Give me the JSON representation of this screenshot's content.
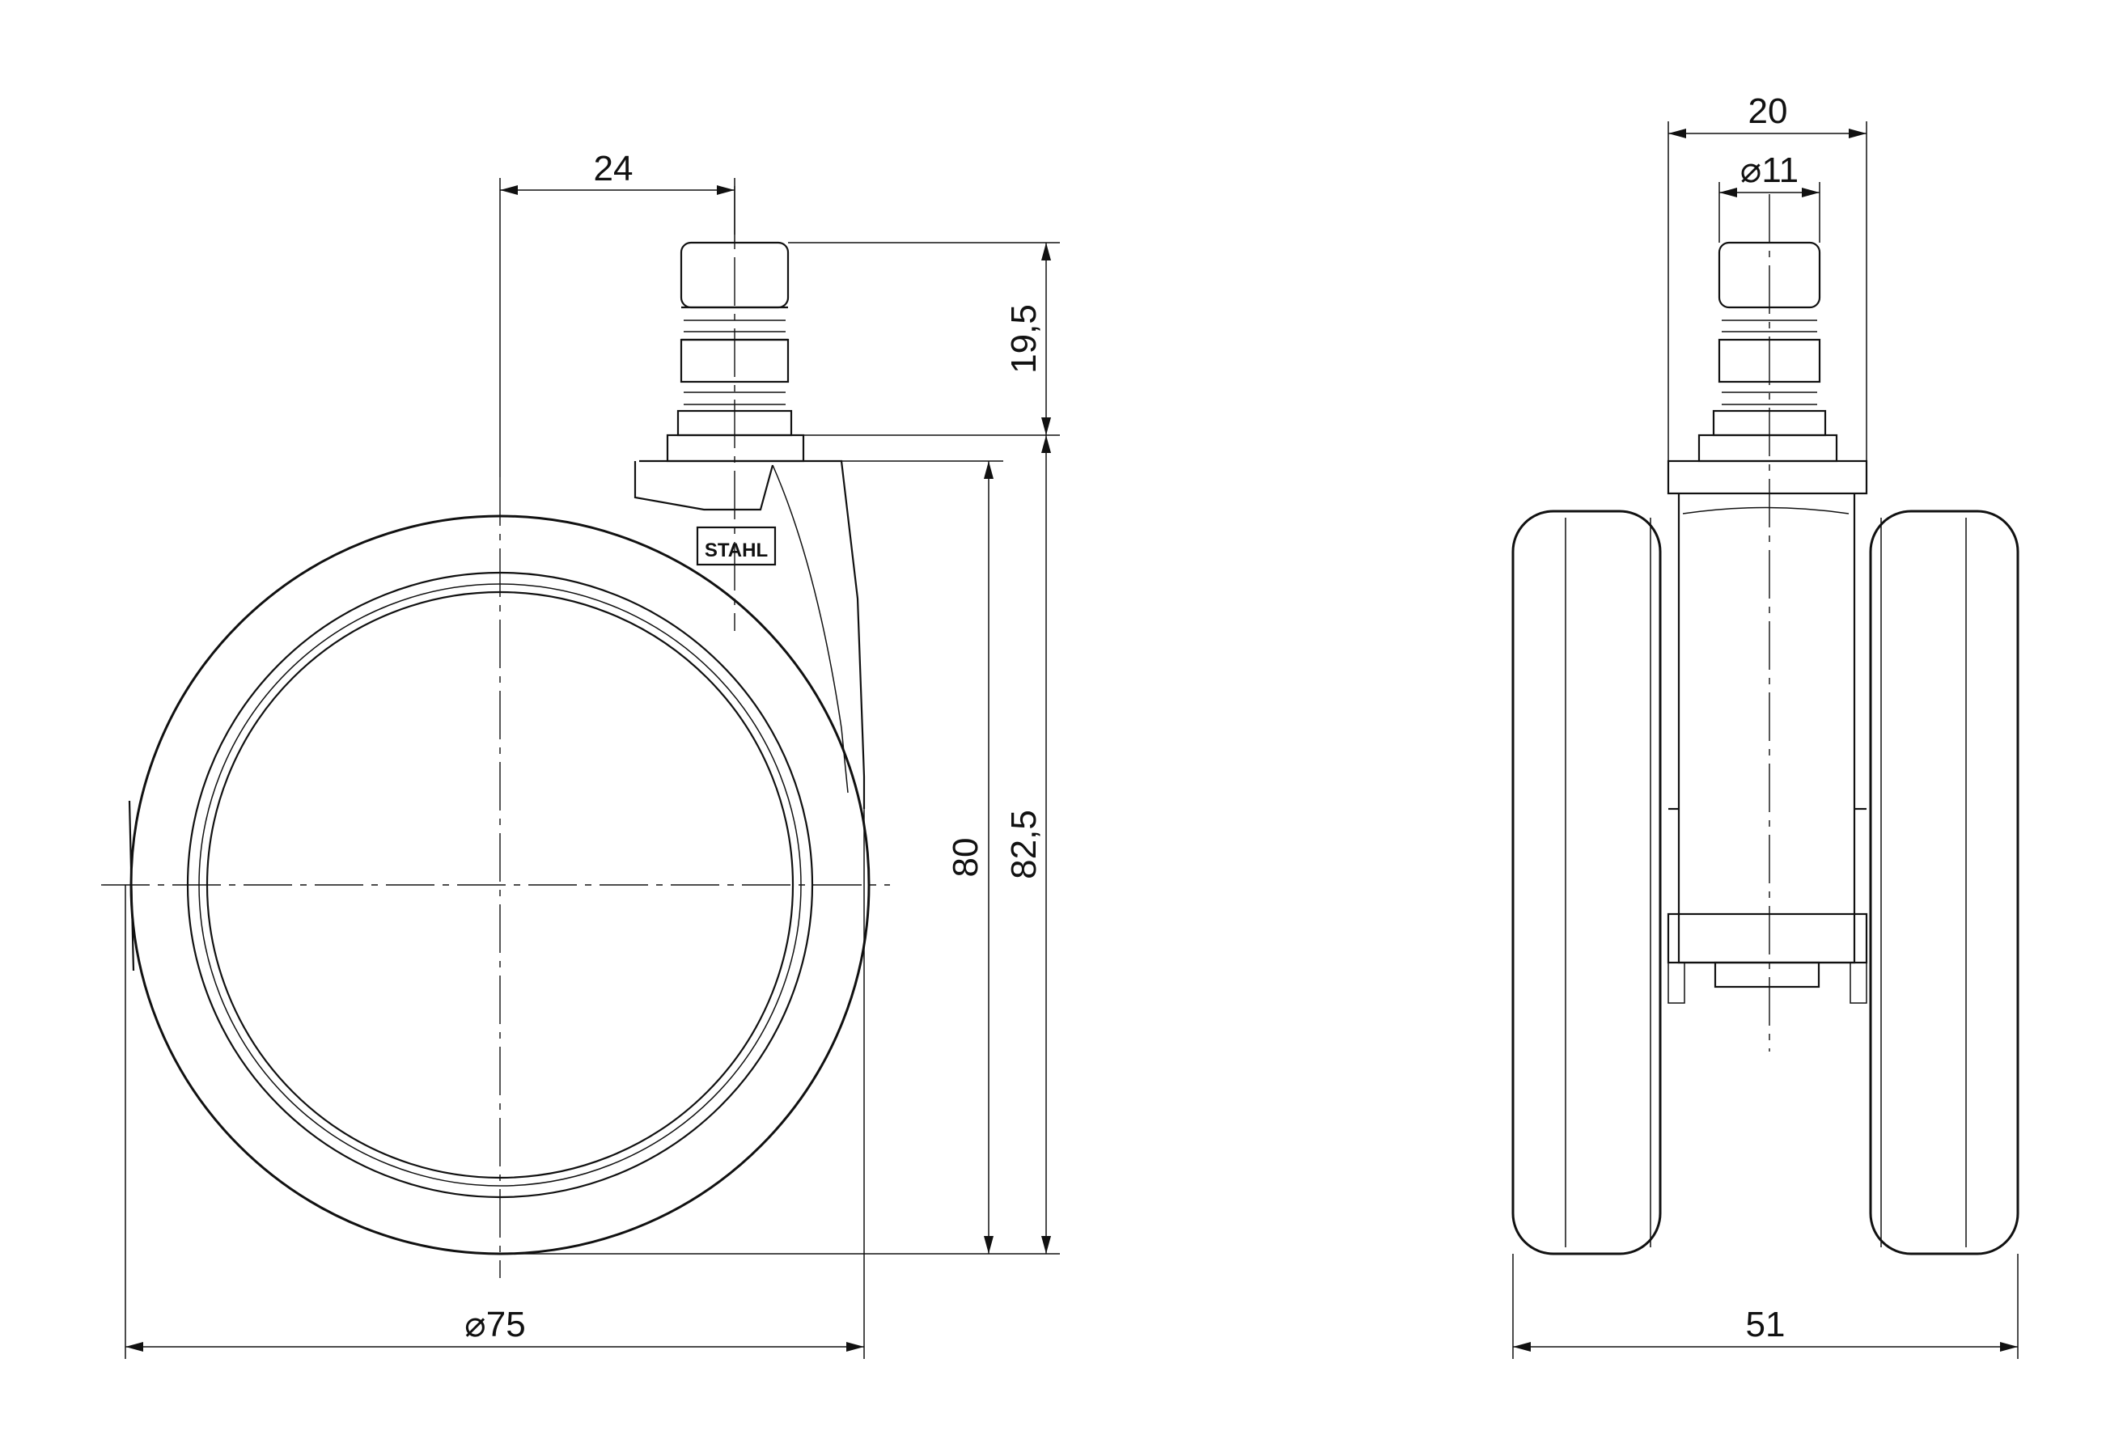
{
  "dimensions": {
    "side_view": {
      "stem_offset": "24",
      "stem_height": "19,5",
      "wheel_height": "80",
      "total_height": "82,5",
      "wheel_diameter": "⌀75"
    },
    "front_view": {
      "stem_width": "20",
      "stem_diameter": "⌀11",
      "total_width": "51"
    }
  },
  "logo": {
    "text": "STAHL"
  },
  "colors": {
    "line": "#111111",
    "background": "#ffffff"
  }
}
